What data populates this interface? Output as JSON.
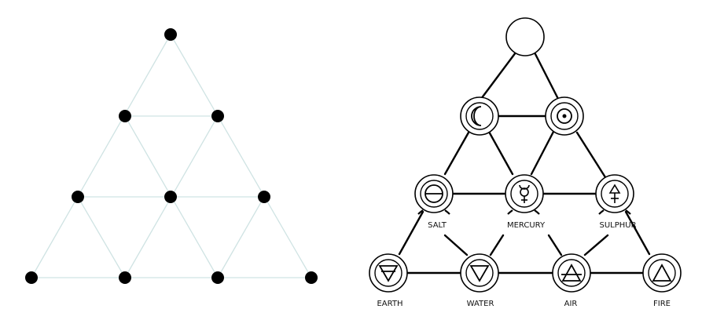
{
  "left_diagram": {
    "dot_color": "#000000",
    "line_color": "#cfe3e3"
  },
  "right_diagram": {
    "line_color": "#000000",
    "nodes": [
      {
        "symbol": "",
        "label": ""
      },
      {
        "symbol": "moon-icon",
        "label": ""
      },
      {
        "symbol": "sun-icon",
        "label": ""
      },
      {
        "symbol": "salt-icon",
        "label": "SALT"
      },
      {
        "symbol": "mercury-icon",
        "label": "MERCURY"
      },
      {
        "symbol": "sulphur-icon",
        "label": "SULPHUR"
      },
      {
        "symbol": "earth-icon",
        "label": "EARTH"
      },
      {
        "symbol": "water-icon",
        "label": "WATER"
      },
      {
        "symbol": "air-icon",
        "label": "AIR"
      },
      {
        "symbol": "fire-icon",
        "label": "FIRE"
      }
    ]
  }
}
